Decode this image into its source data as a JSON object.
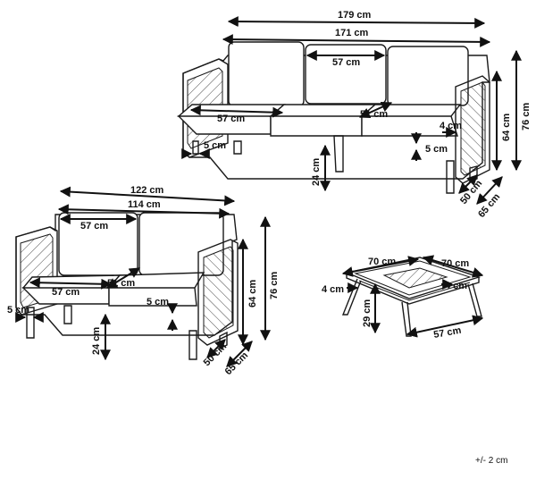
{
  "colors": {
    "line": "#1a1a1a",
    "dimension": "#111111",
    "background": "#ffffff"
  },
  "sofa3": {
    "overall_width": "179 cm",
    "inner_width": "171 cm",
    "back_cushion_width": "57 cm",
    "seat_cushion_width": "57 cm",
    "seat_depth": "51 cm",
    "arm_width": "5 cm",
    "arm_thickness": "4 cm",
    "cushion_offset": "5 cm",
    "leg_height": "24 cm",
    "seat_height": "64 cm",
    "total_height": "76 cm",
    "frame_depth": "50 cm",
    "total_depth": "65 cm"
  },
  "sofa2": {
    "overall_width": "122 cm",
    "inner_width": "114 cm",
    "back_cushion_width": "57 cm",
    "seat_cushion_width": "57 cm",
    "seat_depth": "51 cm",
    "arm_width": "5 cm",
    "cushion_offset": "5 cm",
    "leg_height": "24 cm",
    "seat_height": "64 cm",
    "total_height": "76 cm",
    "frame_depth": "50 cm",
    "total_depth": "65 cm"
  },
  "table": {
    "top_width_left": "70 cm",
    "top_width_right": "70 cm",
    "edge_left": "4 cm",
    "edge_right": "4 cm",
    "height": "29 cm",
    "base_width": "57 cm"
  },
  "tolerance": "+/- 2 cm"
}
